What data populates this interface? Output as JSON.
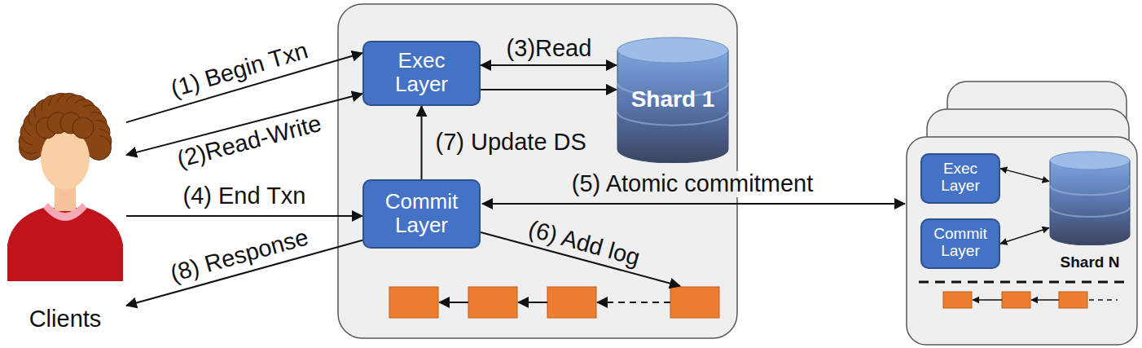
{
  "diagram": {
    "nodes": [
      {
        "text": [
          "Clients"
        ]
      },
      {
        "text": [
          "Exec Layer"
        ]
      },
      {
        "text": [
          "Shard 1"
        ]
      },
      {
        "text": [
          "Commit Layer"
        ]
      },
      {
        "text": [
          "Exec Layer"
        ]
      },
      {
        "text": [
          "Commit Layer"
        ]
      },
      {
        "text": [
          "Shard N"
        ]
      }
    ],
    "edges": [
      {
        "from": 0,
        "to": 1,
        "label": "(1) Begin Txn",
        "arrow": "to"
      },
      {
        "from": 1,
        "to": 0,
        "label": "(2)Read-Write",
        "arrow": "both"
      },
      {
        "from": 1,
        "to": 2,
        "label": "(3)Read",
        "arrow": "both"
      },
      {
        "from": 1,
        "to": 2,
        "arrow": "to"
      },
      {
        "from": 3,
        "to": 1,
        "label": "(7) Update DS",
        "arrow": "to"
      },
      {
        "from": 0,
        "to": 3,
        "label": "(4) End Txn",
        "arrow": "to"
      },
      {
        "from": 3,
        "to": 0,
        "label": "(8) Response",
        "arrow": "to"
      },
      {
        "from": 4,
        "to": 6,
        "arrow": "both"
      },
      {
        "from": 5,
        "to": 6,
        "arrow": "both"
      }
    ],
    "labels": [
      "(5) Atomic commitment",
      "(6) Add log"
    ]
  }
}
